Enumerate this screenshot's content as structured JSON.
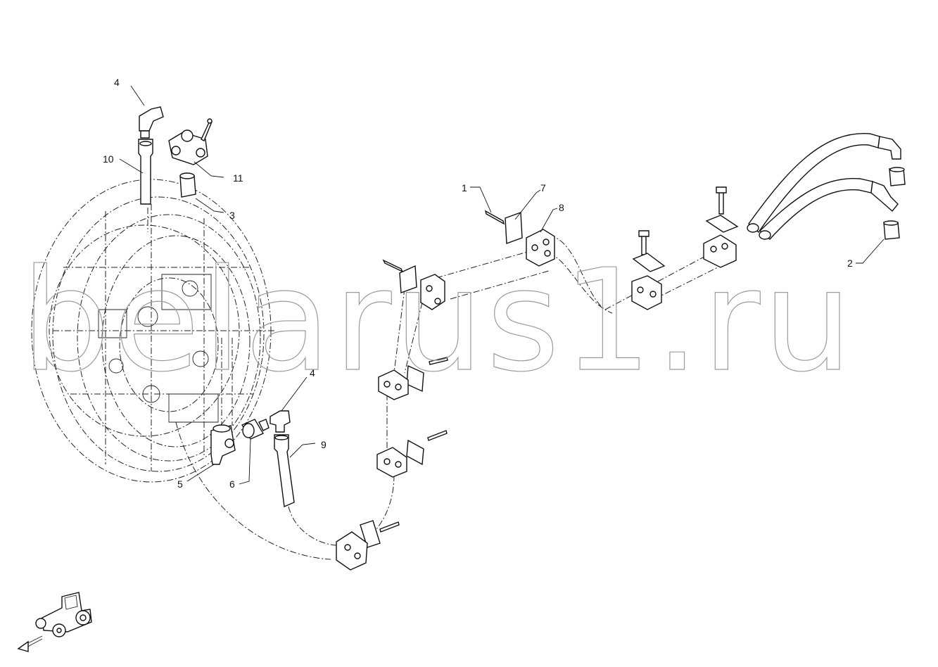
{
  "watermark": "belarus1.ru",
  "callouts": {
    "c1": "1",
    "c2": "2",
    "c3": "3",
    "c4a": "4",
    "c4b": "4",
    "c5": "5",
    "c6": "6",
    "c7": "7",
    "c8": "8",
    "c9": "9",
    "c10": "10",
    "c11": "11"
  },
  "icons": {
    "orientation": "tractor-orientation-icon",
    "direction": "direction-arrow-icon"
  }
}
